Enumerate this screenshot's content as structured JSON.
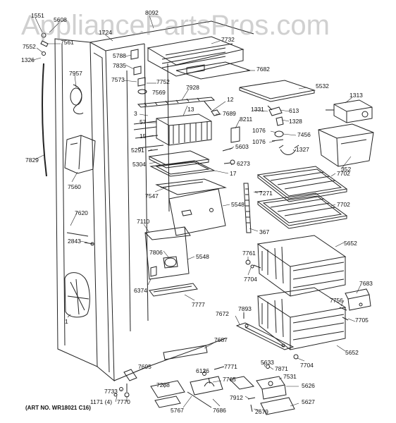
{
  "watermark": "AppliancePartsPros.com",
  "art_number": "(ART NO. WR18021 C16)",
  "callouts": {
    "c1551": "1551",
    "c5608": "5608",
    "c8092": "8092",
    "c1724": "1724",
    "c7732": "7732",
    "c7552": "7552",
    "c7561": "7561",
    "c1326": "1326",
    "c5788": "5788",
    "c7835": "7835",
    "c7682": "7682",
    "c7957": "7957",
    "c7573": "7573",
    "c7752": "7752",
    "c7569": "7569",
    "c7928": "7928",
    "c5532": "5532",
    "c1313": "1313",
    "c12": "12",
    "c3": "3",
    "c13": "13",
    "c7689": "7689",
    "c1331": "1331",
    "c613": "613",
    "c57": "57",
    "c8211": "8211",
    "c1328": "1328",
    "c15": "15",
    "c1076a": "1076",
    "c7456": "7456",
    "c5291": "5291",
    "c5603": "5603",
    "c1076b": "1076",
    "c1327": "1327",
    "c7829": "7829",
    "c5304": "5304",
    "c6273": "6273",
    "c17": "17",
    "c7702a": "7702",
    "c352": "352",
    "c7560": "7560",
    "c7547": "7547",
    "c7271": "7271",
    "c5548a": "5548",
    "c7702b": "7702",
    "c7620": "7620",
    "c7110": "7110",
    "c367": "367",
    "c2843": "2843",
    "c5652a": "5652",
    "c7806": "7806",
    "c5548b": "5548",
    "c7761": "7761",
    "c7704a": "7704",
    "c6374": "6374",
    "c7683": "7683",
    "c7777": "7777",
    "c7756": "7756",
    "c7893": "7893",
    "c7672": "7672",
    "c7705": "7705",
    "c1": "1",
    "c7687": "7687",
    "c5652b": "5652",
    "c7695": "7695",
    "c7771": "7771",
    "c5633": "5633",
    "c7871": "7871",
    "c7704b": "7704",
    "c6126": "6126",
    "c7531": "7531",
    "c7765": "7765",
    "c7288": "7288",
    "c5626": "5626",
    "c7733": "7733",
    "c1171": "1171 (4)",
    "c7770": "7770",
    "c5767": "5767",
    "c7686": "7686",
    "c7912": "7912",
    "c2679": "2679",
    "c5627": "5627"
  }
}
